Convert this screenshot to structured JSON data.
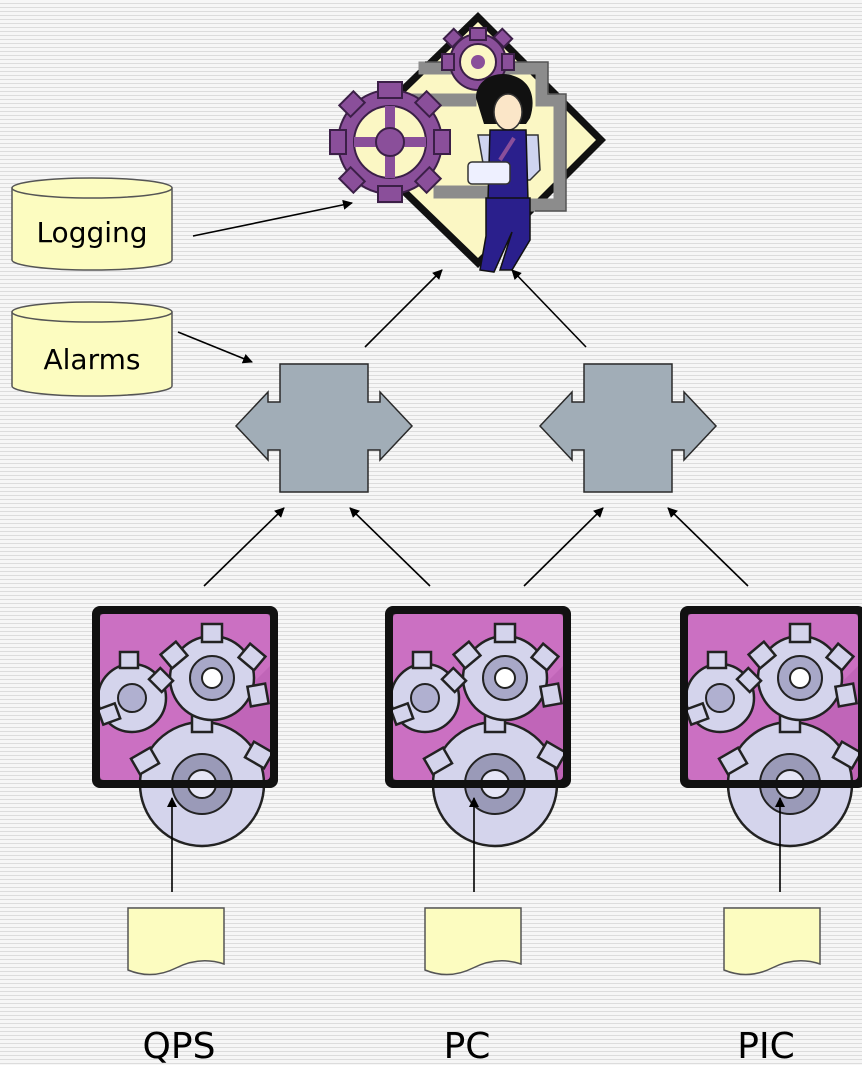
{
  "databases": {
    "logging": "Logging",
    "alarms": "Alarms"
  },
  "sources": [
    {
      "label": "QPS"
    },
    {
      "label": "PC"
    },
    {
      "label": "PIC"
    }
  ],
  "icons": {
    "operator": "operator-gears-icon",
    "connector": "puzzle-connector-icon",
    "processor": "gears-processor-icon",
    "document": "document-icon",
    "database": "database-cylinder-icon"
  },
  "colors": {
    "db_fill": "#fcfcc0",
    "doc_fill": "#fcfcc0",
    "connector_fill": "#a1adb7",
    "processor_bg": "#c065b8",
    "gear_fill": "#d4d4ec",
    "operator_bg": "#fbf7c4",
    "operator_gear": "#8a4f9a"
  }
}
